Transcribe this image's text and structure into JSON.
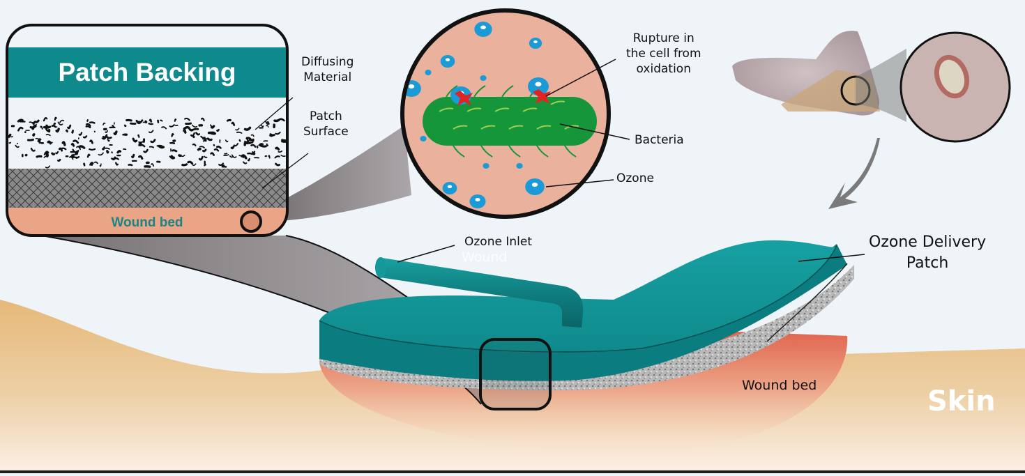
{
  "figure": {
    "title": "Ozone delivery patch for wound treatment",
    "colors": {
      "background": "#eef4f7",
      "teal": "#0e8a8c",
      "teal_dark": "#0b6e70",
      "skin": "#e8c08a",
      "wound_bed": "#e2805e",
      "cell_bg": "#eab19c",
      "bacteria": "#16963a",
      "ozone": "#1a9ad6",
      "rupture": "#e02424",
      "arrow": "#7a7a7a"
    }
  },
  "inset_layers": {
    "header": "Patch Backing",
    "wound_bed": "Wound bed",
    "layers": [
      "Patch Backing",
      "Diffusing Material",
      "Patch Surface",
      "Wound bed"
    ]
  },
  "labels": {
    "diffusing_material": [
      "Diffusing",
      "Material"
    ],
    "patch_surface": [
      "Patch",
      "Surface"
    ],
    "rupture": [
      "Rupture in",
      "the cell from",
      "oxidation"
    ],
    "bacteria": "Bacteria",
    "ozone": "Ozone",
    "ozone_inlet": "Ozone Inlet",
    "ghost_text": "Wound",
    "delivery_patch": [
      "Ozone Delivery",
      "Patch"
    ],
    "wound_bed": "Wound bed",
    "skin": "Skin"
  }
}
